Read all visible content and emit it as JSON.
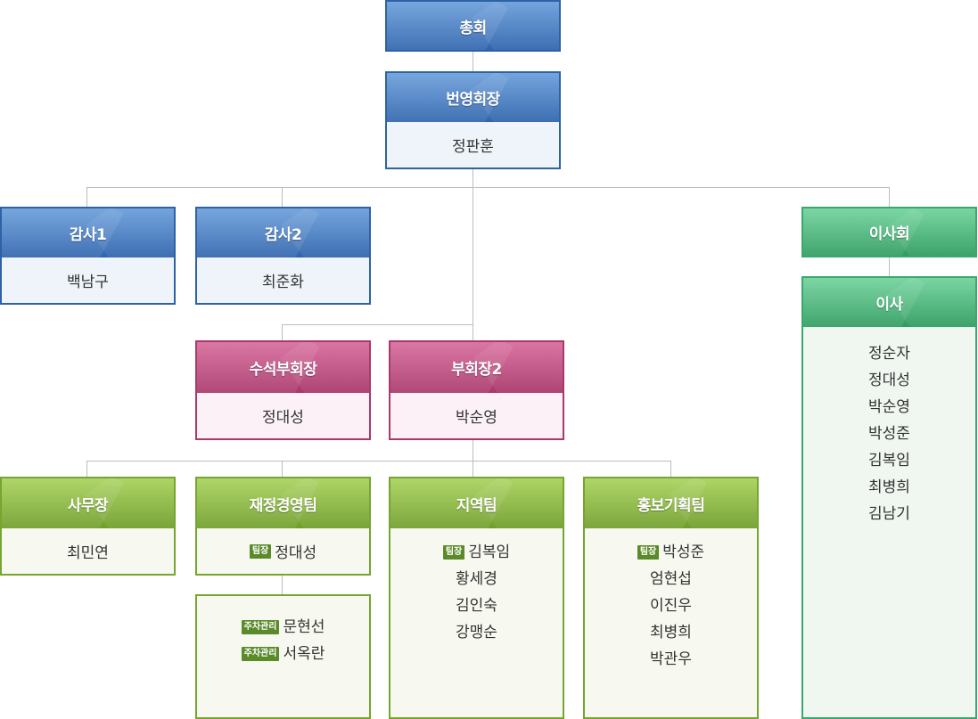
{
  "general_assembly": {
    "title": "총회"
  },
  "president": {
    "title": "번영회장",
    "name": "정판훈"
  },
  "auditor1": {
    "title": "감사1",
    "name": "백남구"
  },
  "auditor2": {
    "title": "감사2",
    "name": "최준화"
  },
  "board": {
    "title": "이사회"
  },
  "directors": {
    "title": "이사",
    "members": [
      "정순자",
      "정대성",
      "박순영",
      "박성준",
      "김복임",
      "최병희",
      "김남기"
    ]
  },
  "senior_vp": {
    "title": "수석부회장",
    "name": "정대성"
  },
  "vp2": {
    "title": "부회장2",
    "name": "박순영"
  },
  "secretary_general": {
    "title": "사무장",
    "name": "최민연"
  },
  "finance_team": {
    "title": "재정경영팀",
    "leader_tag": "팀장",
    "leader": "정대성"
  },
  "parking": {
    "tag": "주차관리",
    "members": [
      "문현선",
      "서옥란"
    ]
  },
  "region_team": {
    "title": "지역팀",
    "leader_tag": "팀장",
    "leader": "김복임",
    "members": [
      "황세경",
      "김인숙",
      "강맹순"
    ]
  },
  "pr_team": {
    "title": "홍보기획팀",
    "leader_tag": "팀장",
    "leader": "박성준",
    "members": [
      "엄현섭",
      "이진우",
      "최병희",
      "박관우"
    ]
  },
  "colors": {
    "blue": "#2e62a6",
    "pink": "#a83a6a",
    "green": "#76a530",
    "teal": "#3aa86c",
    "connector": "#bcbcbc"
  }
}
